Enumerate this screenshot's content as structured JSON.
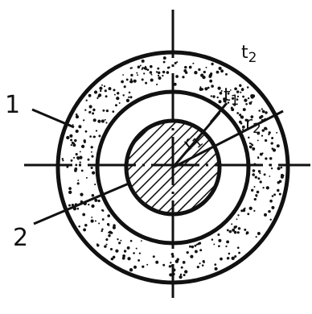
{
  "labels": {
    "part_1": "1",
    "part_2": "2",
    "t1": "t",
    "t1_sub": "1",
    "t2": "t",
    "t2_sub": "2",
    "r1": "r",
    "r1_sub": "1",
    "r2": "r",
    "r2_sub": "2"
  },
  "style": {
    "ink": "#111111",
    "background": "#ffffff"
  }
}
